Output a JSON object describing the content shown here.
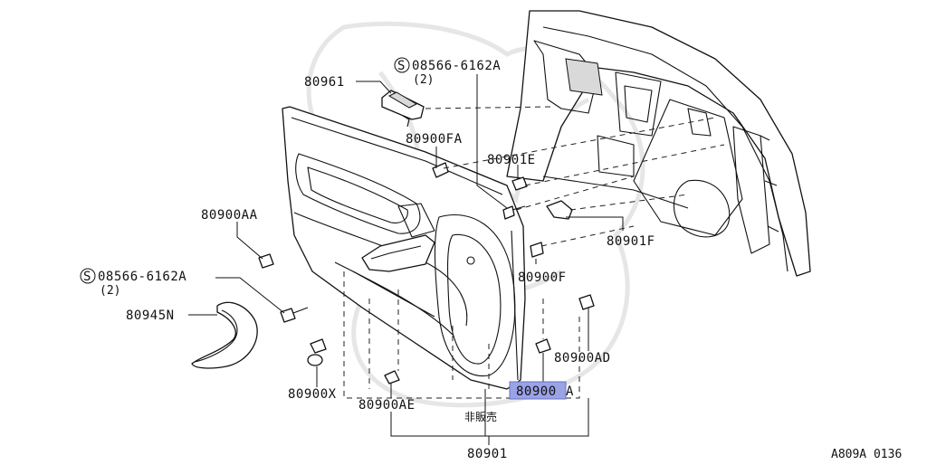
{
  "diagram": {
    "reference_code": "A809A 0136",
    "note_not_sold": "非販売",
    "highlight_color": "#9aa3e6",
    "parts": [
      {
        "id": "80961",
        "label": "80961"
      },
      {
        "id": "08566-6162A-top",
        "label": "08566-6162A",
        "qty": "(2)",
        "symbol": "S"
      },
      {
        "id": "80900FA",
        "label": "80900FA"
      },
      {
        "id": "80901E",
        "label": "80901E"
      },
      {
        "id": "80900AA",
        "label": "80900AA"
      },
      {
        "id": "80901F",
        "label": "80901F"
      },
      {
        "id": "08566-6162A-left",
        "label": "08566-6162A",
        "qty": "(2)",
        "symbol": "S"
      },
      {
        "id": "80900F",
        "label": "80900F"
      },
      {
        "id": "80945N",
        "label": "80945N"
      },
      {
        "id": "80900AD",
        "label": "80900AD"
      },
      {
        "id": "80900A",
        "label_highlighted": "80900",
        "label_suffix": "A"
      },
      {
        "id": "80900X",
        "label": "80900X"
      },
      {
        "id": "80900AE",
        "label": "80900AE"
      },
      {
        "id": "80901",
        "label": "80901"
      }
    ]
  }
}
